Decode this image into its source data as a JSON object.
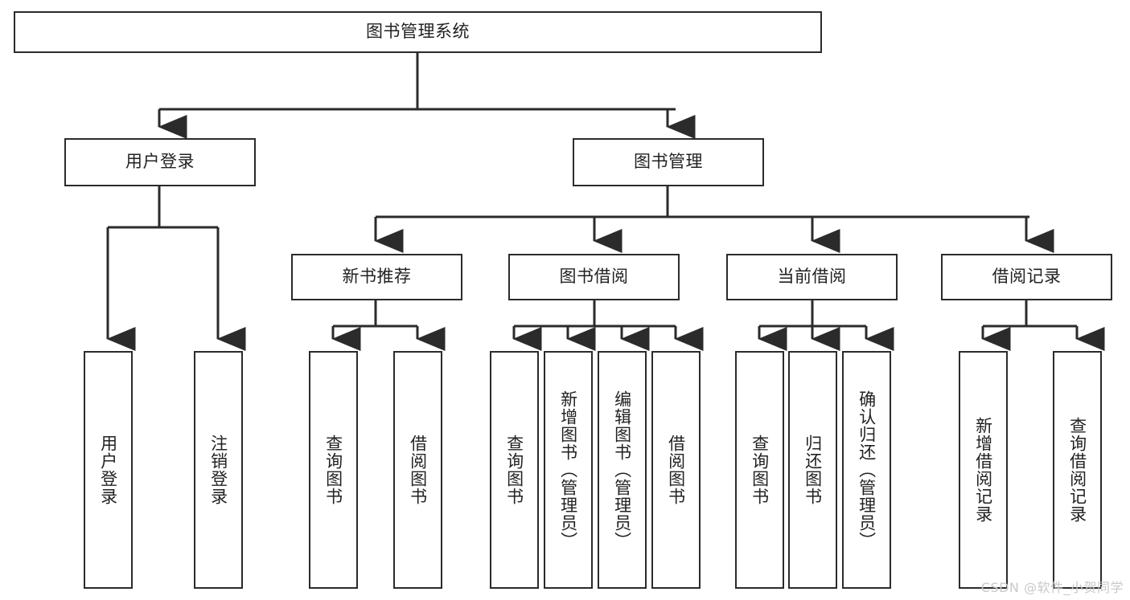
{
  "diagram": {
    "title": "图书管理系统",
    "watermark": "CSDN @软件_小贺同学",
    "colors": {
      "stroke": "#2b2b2b",
      "background": "#ffffff",
      "text": "#222222",
      "watermark": "#c9c9c9"
    },
    "levels": {
      "root": {
        "label": "图书管理系统"
      },
      "level2": [
        {
          "label": "用户登录"
        },
        {
          "label": "图书管理"
        }
      ],
      "level3": [
        {
          "label": "新书推荐"
        },
        {
          "label": "图书借阅"
        },
        {
          "label": "当前借阅"
        },
        {
          "label": "借阅记录"
        }
      ],
      "leaves": {
        "user_login": [
          {
            "label": "用户登录"
          },
          {
            "label": "注销登录"
          }
        ],
        "new_book_recommend": [
          {
            "label": "查询图书"
          },
          {
            "label": "借阅图书"
          }
        ],
        "book_borrow": [
          {
            "label": "查询图书"
          },
          {
            "label": "新增图书（管理员）"
          },
          {
            "label": "编辑图书（管理员）"
          },
          {
            "label": "借阅图书"
          }
        ],
        "current_borrow": [
          {
            "label": "查询图书"
          },
          {
            "label": "归还图书"
          },
          {
            "label": "确认归还（管理员）"
          }
        ],
        "borrow_record": [
          {
            "label": "新增借阅记录"
          },
          {
            "label": "查询借阅记录"
          }
        ]
      }
    }
  }
}
